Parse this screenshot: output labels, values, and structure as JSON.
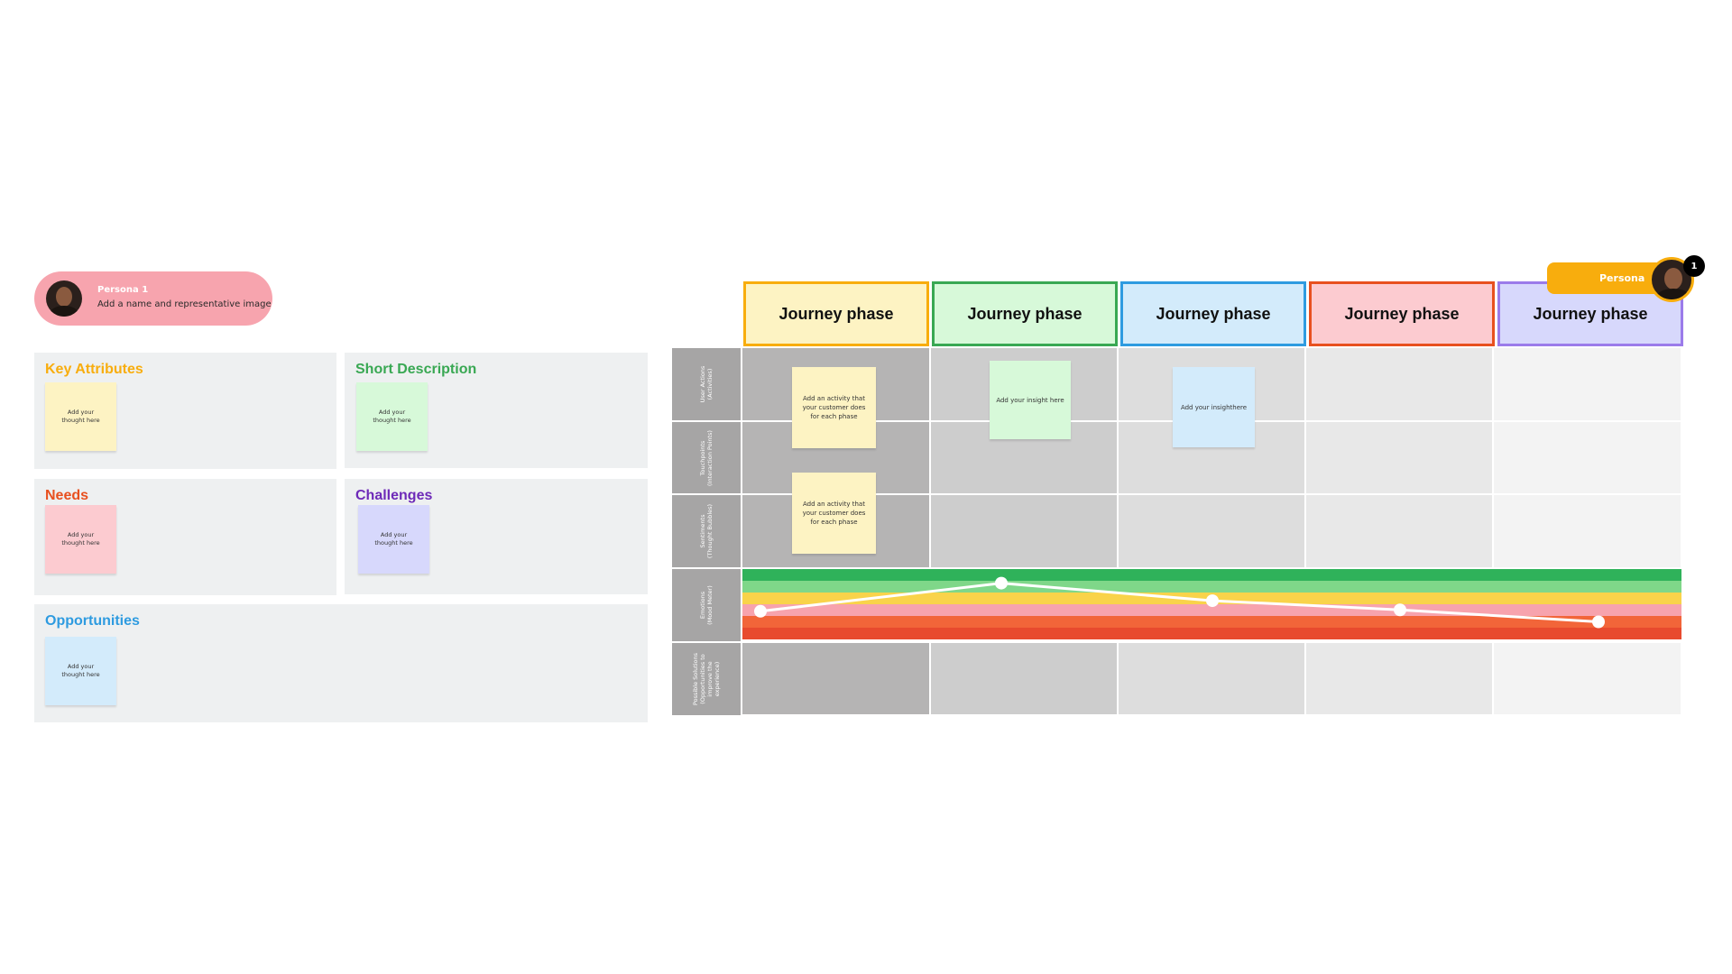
{
  "persona_card": {
    "title": "Persona 1",
    "subtitle": "Add a name and representative image"
  },
  "panels": {
    "key_attributes": {
      "title": "Key Attributes",
      "sticky": "Add your thought here",
      "color": "#f8ad0d"
    },
    "short_description": {
      "title": "Short Description",
      "sticky": "Add your thought here",
      "color": "#39a853"
    },
    "needs": {
      "title": "Needs",
      "sticky": "Add your thought here",
      "color": "#e8501f"
    },
    "challenges": {
      "title": "Challenges",
      "sticky": "Add your thought here",
      "color": "#6e2ab8"
    },
    "opportunities": {
      "title": "Opportunities",
      "sticky": "Add your thought here",
      "color": "#2e9be0"
    }
  },
  "journey": {
    "phases": [
      {
        "label": "Journey phase",
        "border": "#f8ad0d",
        "fill": "#fdf3c3"
      },
      {
        "label": "Journey phase",
        "border": "#39a853",
        "fill": "#d7f9d9"
      },
      {
        "label": "Journey phase",
        "border": "#2e9be0",
        "fill": "#d3ebfb"
      },
      {
        "label": "Journey phase",
        "border": "#e8501f",
        "fill": "#fccbd0"
      },
      {
        "label": "Journey phase",
        "border": "#9b7bea",
        "fill": "#d7d8fc"
      }
    ],
    "rows": [
      "User Actions\n(Activities)",
      "Touchpoints\n(Interaction Points)",
      "Sentiments\n(Thought Bubbles)",
      "Emotions\n(Mood Meter)",
      "Possible Solutions\n(Opportunities to\nimprove the\nexperience)"
    ],
    "stickies": {
      "activity_1": "Add an activity that your customer does for each phase",
      "activity_2": "Add an activity that your customer does for each phase",
      "insight_1": "Add your insight here",
      "insight_2": "Add your insighthere"
    },
    "mood_levels": [
      0.4,
      0.8,
      0.55,
      0.42,
      0.25
    ],
    "mood_band_colors": [
      "#2fb25a",
      "#7fd789",
      "#f9d34a",
      "#f7a3ad",
      "#f26539",
      "#e84a2e"
    ]
  },
  "persona_tag": {
    "label": "Persona",
    "badge_count": "1"
  }
}
